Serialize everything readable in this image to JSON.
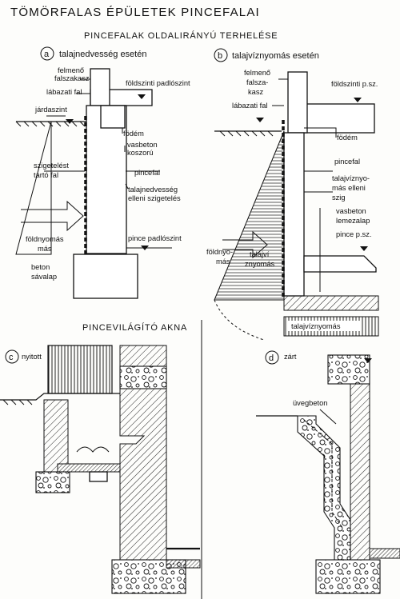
{
  "title": "TÖMÖRFALAS ÉPÜLETEK PINCEFALAI",
  "subtitle_loading": "PINCEFALAK OLDALIRÁNYÚ TERHELÉSE",
  "subtitle_shaft": "PINCEVILÁGÍTÓ AKNA",
  "panel_a": {
    "letter": "a",
    "caption": "talajnedvesség esetén",
    "labels": {
      "felmeno": "felmenő",
      "falszakasz": "falszakasz",
      "foldszinti": "földszinti padlószint",
      "labazati": "lábazati fal",
      "jardaszint": "járdaszint",
      "fodem": "födém",
      "vasbeton": "vasbeton",
      "koszoru": "koszorú",
      "szigetelest": "szigetelést",
      "tarto": "tartó fal",
      "pincefal": "pincefal",
      "talajnedv": "talajnedvesség",
      "elleni": "elleni szigetelés",
      "pince_padlo": "pince padlószint",
      "foldnyomas1": "földnyomás",
      "foldnyomas2": "más",
      "beton": "beton",
      "savalap": "sávalap"
    }
  },
  "panel_b": {
    "letter": "b",
    "caption": "talajvíznyomás esetén",
    "labels": {
      "felmeno": "felmenő",
      "falsza": "falsza-",
      "kasz": "kasz",
      "foldszinti": "földszinti p.sz.",
      "labazati": "lábazati fal",
      "fodem": "födém",
      "pincefal": "pincefal",
      "talajviz1": "talajvíznyo-",
      "talajviz2": "más elleni",
      "talajviz3": "szig",
      "vasbeton": "vasbeton",
      "lemezalap": "lemezalap",
      "pince": "pince p.sz.",
      "foldnyo1": "földnyo-",
      "foldnyo2": "más",
      "talajv1": "talajví",
      "talajv2": "znyomás",
      "talajviznyomas": "talajvíznyomás"
    }
  },
  "panel_c": {
    "letter": "c",
    "caption": "nyitott"
  },
  "panel_d": {
    "letter": "d",
    "caption": "zárt",
    "label": "üvegbeton"
  }
}
